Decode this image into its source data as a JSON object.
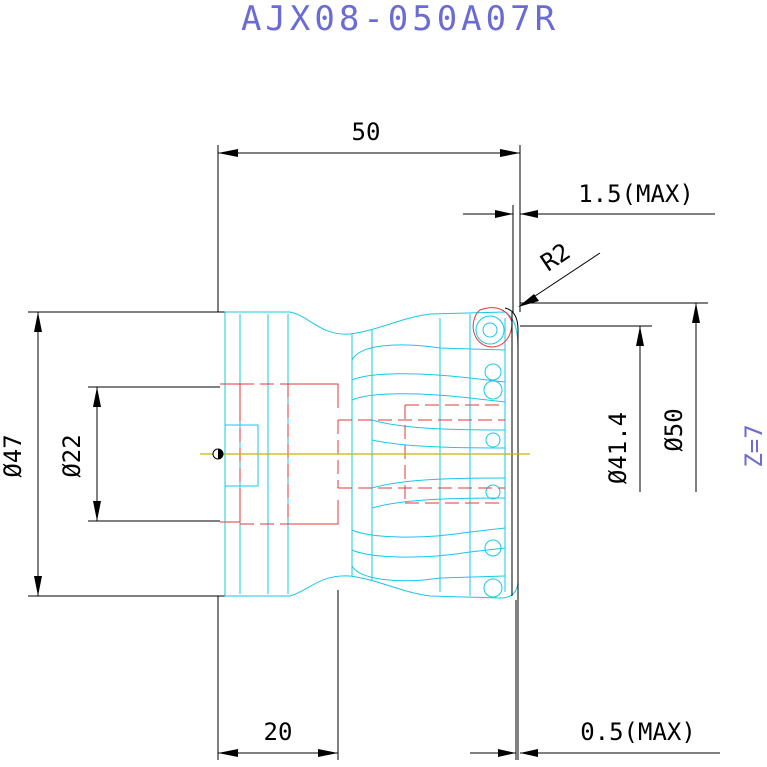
{
  "title": "AJX08-050A07R",
  "dimensions": {
    "length": "50",
    "overhang_max": "1.5(MAX)",
    "corner_radius": "R2",
    "shank_diameter": "Ø47",
    "bore_diameter": "Ø22",
    "inner_diameter": "Ø41.4",
    "cut_diameter": "Ø50",
    "shank_length": "20",
    "clearance_max": "0.5(MAX)"
  },
  "teeth_label": "Z=7",
  "colors": {
    "title": "#6b6bd6",
    "outline": "#000000",
    "body": "#19c8e6",
    "hidden": "#e03a3a",
    "centerline": "#c8b400"
  }
}
